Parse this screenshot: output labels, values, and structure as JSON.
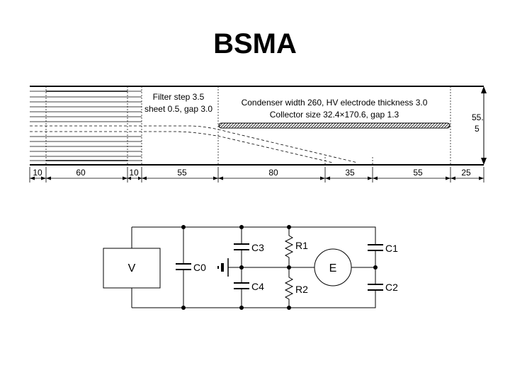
{
  "title": "BSMA",
  "scheme": {
    "filter_note_line1": "Filter step 3.5",
    "filter_note_line2": "sheet 0.5, gap 3.0",
    "condenser_note_line1": "Condenser width 260, HV electrode thickness 3.0",
    "condenser_note_line2": "Collector size 32.4×170.6, gap 1.3",
    "height_line1": "55.",
    "height_line2": "5",
    "dimensions": [
      "10",
      "60",
      "10",
      "55",
      "80",
      "35",
      "55",
      "25"
    ]
  },
  "circuit": {
    "v_label": "V",
    "e_label": "E",
    "c0": "C0",
    "c1": "C1",
    "c2": "C2",
    "c3": "C3",
    "c4": "C4",
    "r1": "R1",
    "r2": "R2"
  }
}
